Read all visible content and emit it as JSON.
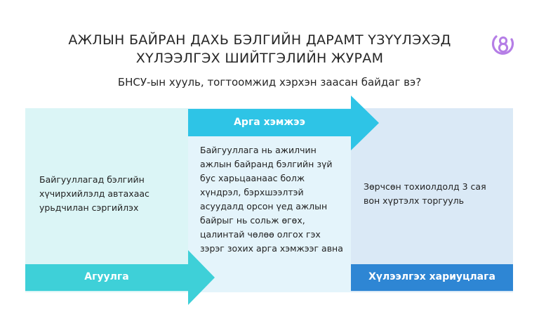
{
  "header": {
    "title_line1": "АЖЛЫН БАЙРАН ДАХЬ БЭЛГИЙН ДАРАМТ ҮЗҮҮЛЭХЭД",
    "title_line2": "ХҮЛЭЭЛГЭХ ШИЙТГЭЛИЙН ЖУРАМ",
    "question": "БНСУ-ын хууль, тогтоомжид хэрхэн заасан байдаг вэ?"
  },
  "logo": {
    "icon": "number-8-circle-icon",
    "color": "#b57ee6"
  },
  "columns": [
    {
      "label": "Агуулга",
      "text": "Байгууллагад бэлгийн хүчирхийлэлд автахаас урьдчилан сэргийлэх",
      "arrow_color": "#3ed0d8",
      "bg_color": "#dbf5f6"
    },
    {
      "label": "Арга хэмжээ",
      "text": "Байгууллага нь ажилчин ажлын байранд бэлгийн зүй бус харьцаанаас болж хүндрэл, бэрхшээлтэй асуудалд орсон үед ажлын байрыг нь сольж өгөх, цалинтай чөлөө олгох гэх зэрэг зохих арга хэмжээг авна",
      "arrow_color": "#2ec4e6",
      "bg_color": "#e4f4fb"
    },
    {
      "label": "Хүлээлгэх хариуцлага",
      "text": "Зөрчсөн тохиолдолд 3 сая вон хүртэлх торгууль",
      "arrow_color": "#2e86d4",
      "bg_color": "#dae9f6"
    }
  ]
}
